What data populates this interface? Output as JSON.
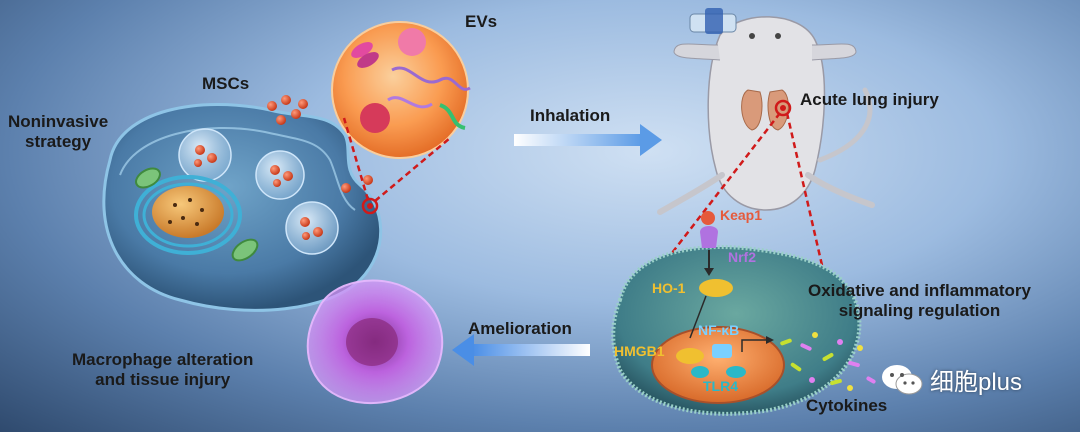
{
  "labels": {
    "evs": "EVs",
    "mscs": "MSCs",
    "noninvasive": "Noninvasive\nstrategy",
    "inhalation": "Inhalation",
    "acute_lung_injury": "Acute lung injury",
    "keap1": "Keap1",
    "nrf2": "Nrf2",
    "ho1": "HO-1",
    "nfkb": "NF-κB",
    "hmgb1": "HMGB1",
    "tlr4": "TLR4",
    "oxidative": "Oxidative and inflammatory\nsignaling regulation",
    "cytokines": "Cytokines",
    "amelioration": "Amelioration",
    "macrophage": "Macrophage alteration\nand tissue injury"
  },
  "watermark": {
    "text": "细胞plus",
    "icon": "wechat-icon"
  },
  "colors": {
    "background_center": "#cfe0f3",
    "background_edge": "#2f4a6e",
    "keap1": "#e55a3c",
    "nrf2": "#b072e0",
    "ho1": "#f0c030",
    "nfkb": "#7ad0ff",
    "hmgb1": "#f0c030",
    "tlr4": "#2ab8c8",
    "arrow": "#6fa6e6",
    "dashed_line": "#d01a1a"
  }
}
